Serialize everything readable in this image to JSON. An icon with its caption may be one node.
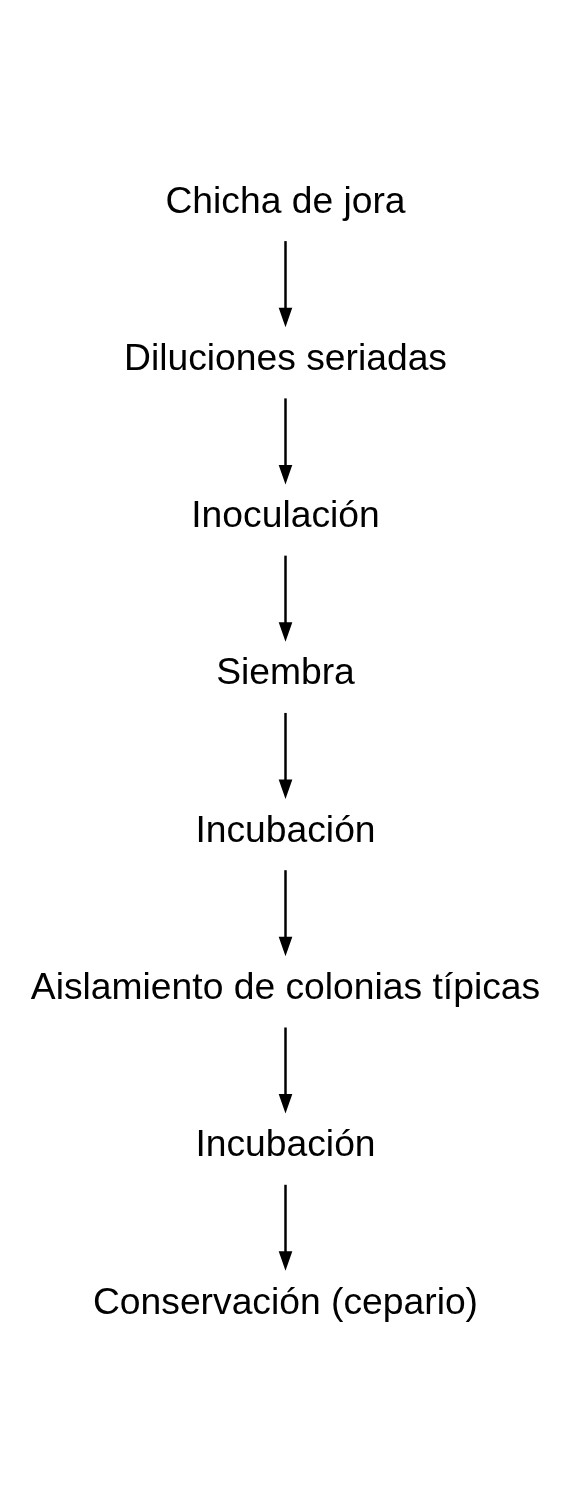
{
  "diagram": {
    "nodes": [
      {
        "text": [
          "Chicha de jora"
        ]
      },
      {
        "text": [
          "Diluciones seriadas"
        ]
      },
      {
        "text": [
          "Inoculación"
        ]
      },
      {
        "text": [
          "Siembra"
        ]
      },
      {
        "text": [
          "Incubación"
        ]
      },
      {
        "text": [
          "Aislamiento de colonias típicas"
        ]
      },
      {
        "text": [
          "Incubación"
        ]
      },
      {
        "text": [
          "Conservación (cepario)"
        ]
      }
    ],
    "edges": [
      {
        "from": 0,
        "to": 1,
        "arrow": "to"
      },
      {
        "from": 1,
        "to": 2,
        "arrow": "to"
      },
      {
        "from": 2,
        "to": 3,
        "arrow": "to"
      },
      {
        "from": 3,
        "to": 4,
        "arrow": "to"
      },
      {
        "from": 4,
        "to": 5,
        "arrow": "to"
      },
      {
        "from": 5,
        "to": 6,
        "arrow": "to"
      },
      {
        "from": 6,
        "to": 7,
        "arrow": "to"
      }
    ]
  }
}
